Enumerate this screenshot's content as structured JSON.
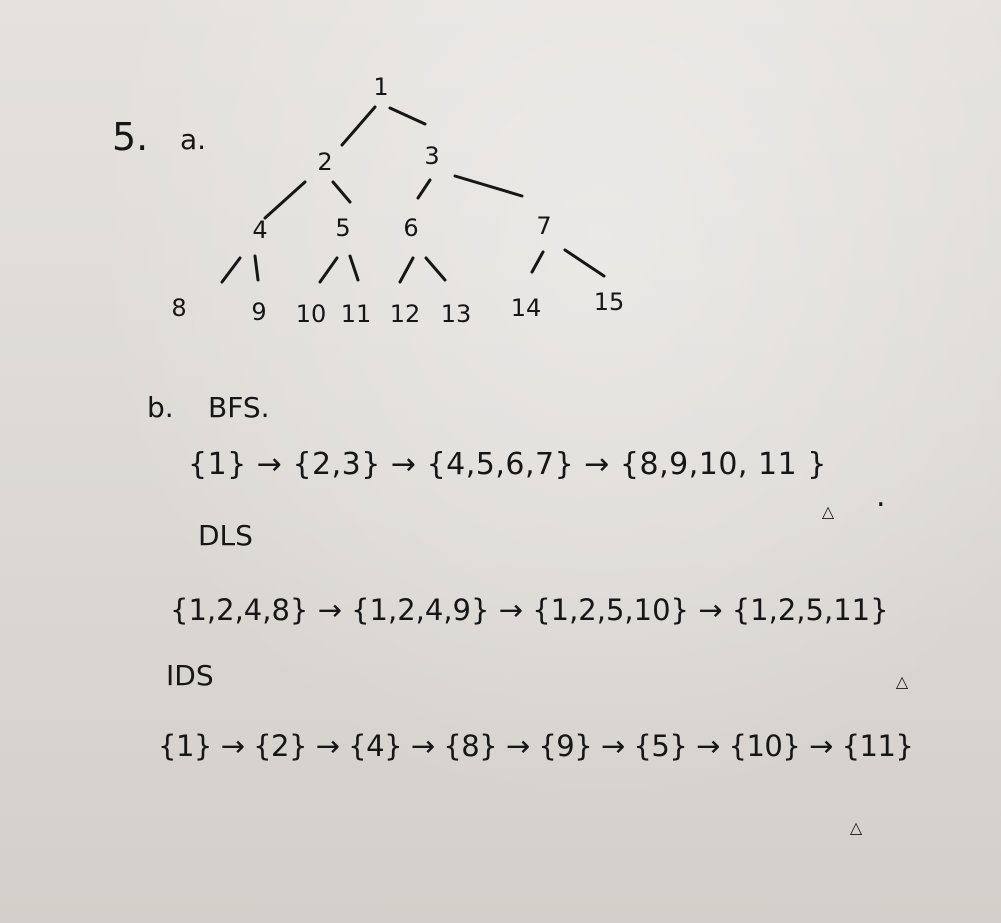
{
  "problem_number": "5.",
  "part_a": {
    "label": "a.",
    "nodes": [
      "1",
      "2",
      "3",
      "4",
      "5",
      "6",
      "7",
      "8",
      "9",
      "10",
      "11",
      "12",
      "13",
      "14",
      "15"
    ]
  },
  "part_b": {
    "label": "b.",
    "bfs": {
      "title": "BFS.",
      "sequence": "{1} → {2,3} → {4,5,6,7} → {8,9,10, 11 }",
      "end_mark": ".",
      "goal_marker": "△"
    },
    "dls": {
      "title": "DLS",
      "sequence": "{1,2,4,8} → {1,2,4,9} → {1,2,5,10} → {1,2,5,11}",
      "goal_marker": "△"
    },
    "ids": {
      "title": "IDS",
      "sequence": "{1} → {2} → {4} → {8} → {9} → {5} → {10} → {11}",
      "goal_marker": "△"
    }
  }
}
